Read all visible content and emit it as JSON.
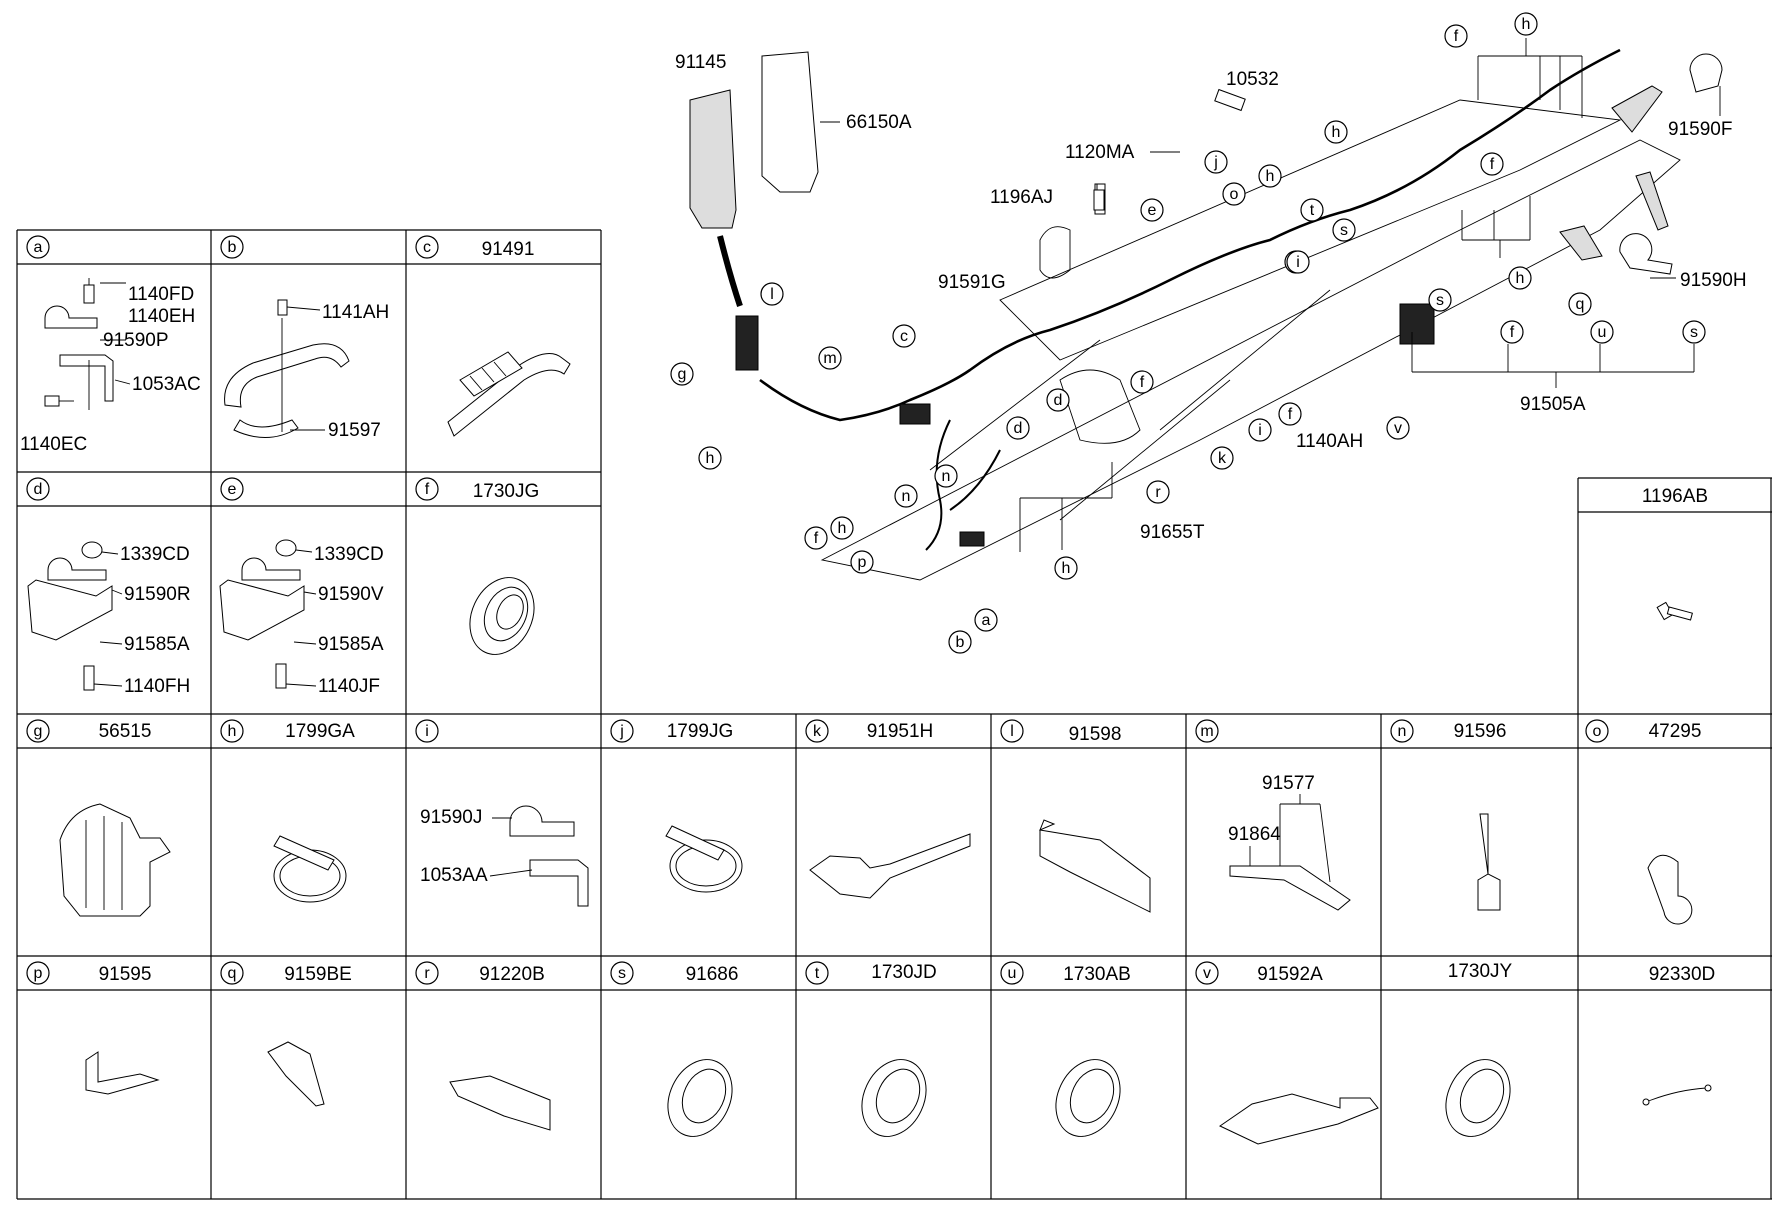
{
  "top_left_cells": [
    {
      "letter": "a",
      "part": "",
      "labels": [
        "1140FD",
        "1140EH",
        "91590P",
        "1053AC",
        "1140EC"
      ]
    },
    {
      "letter": "b",
      "part": "",
      "labels": [
        "1141AH",
        "91597"
      ]
    },
    {
      "letter": "c",
      "part": "91491",
      "labels": []
    },
    {
      "letter": "d",
      "part": "",
      "labels": [
        "1339CD",
        "91590R",
        "91585A",
        "1140FH"
      ]
    },
    {
      "letter": "e",
      "part": "",
      "labels": [
        "1339CD",
        "91590V",
        "91585A",
        "1140JF"
      ]
    },
    {
      "letter": "f",
      "part": "1730JG",
      "labels": []
    }
  ],
  "right_cell": {
    "letter": "",
    "part": "1196AB"
  },
  "row_g": [
    {
      "letter": "g",
      "part": "56515"
    },
    {
      "letter": "h",
      "part": "1799GA"
    },
    {
      "letter": "i",
      "part": "",
      "labels": [
        "91590J",
        "1053AA"
      ]
    },
    {
      "letter": "j",
      "part": "1799JG"
    },
    {
      "letter": "k",
      "part": "91951H"
    },
    {
      "letter": "l",
      "part": "91598"
    },
    {
      "letter": "m",
      "part": "",
      "labels": [
        "91577",
        "91864"
      ]
    },
    {
      "letter": "n",
      "part": "91596"
    },
    {
      "letter": "o",
      "part": "47295"
    }
  ],
  "row_p": [
    {
      "letter": "p",
      "part": "91595"
    },
    {
      "letter": "q",
      "part": "9159BE"
    },
    {
      "letter": "r",
      "part": "91220B"
    },
    {
      "letter": "s",
      "part": "91686"
    },
    {
      "letter": "t",
      "part": "1730JD"
    },
    {
      "letter": "u",
      "part": "1730AB"
    },
    {
      "letter": "v",
      "part": "91592A"
    },
    {
      "letter": "",
      "part": "1730JY"
    },
    {
      "letter": "",
      "part": "92330D"
    }
  ],
  "main": {
    "part_labels": {
      "p91145": "91145",
      "p66150A": "66150A",
      "p10532": "10532",
      "p1120MA": "1120MA",
      "p1196AJ": "1196AJ",
      "p91591G": "91591G",
      "p91590F": "91590F",
      "p91590H": "91590H",
      "p91505A": "91505A",
      "p1140AH": "1140AH",
      "p91655T": "91655T"
    },
    "callouts": [
      {
        "id": "c1",
        "letter": "f"
      },
      {
        "id": "c2",
        "letter": "h"
      },
      {
        "id": "c3",
        "letter": "h"
      },
      {
        "id": "c4",
        "letter": "j"
      },
      {
        "id": "c5",
        "letter": "h"
      },
      {
        "id": "c6",
        "letter": "o"
      },
      {
        "id": "c7",
        "letter": "e"
      },
      {
        "id": "c8",
        "letter": "t"
      },
      {
        "id": "c9",
        "letter": "f"
      },
      {
        "id": "c10",
        "letter": "f"
      },
      {
        "id": "c11",
        "letter": "s"
      },
      {
        "id": "c12",
        "letter": "i"
      },
      {
        "id": "c13",
        "letter": "s"
      },
      {
        "id": "c14",
        "letter": "h"
      },
      {
        "id": "c15",
        "letter": "q"
      },
      {
        "id": "c16",
        "letter": "f"
      },
      {
        "id": "c17",
        "letter": "u"
      },
      {
        "id": "c18",
        "letter": "s"
      },
      {
        "id": "c19",
        "letter": "c"
      },
      {
        "id": "c20",
        "letter": "l"
      },
      {
        "id": "c21",
        "letter": "g"
      },
      {
        "id": "c22",
        "letter": "m"
      },
      {
        "id": "c23",
        "letter": "h"
      },
      {
        "id": "c24",
        "letter": "d"
      },
      {
        "id": "c25",
        "letter": "d"
      },
      {
        "id": "c26",
        "letter": "f"
      },
      {
        "id": "c27",
        "letter": "i"
      },
      {
        "id": "c28",
        "letter": "f"
      },
      {
        "id": "c29",
        "letter": "k"
      },
      {
        "id": "c30",
        "letter": "v"
      },
      {
        "id": "c31",
        "letter": "n"
      },
      {
        "id": "c32",
        "letter": "n"
      },
      {
        "id": "c33",
        "letter": "r"
      },
      {
        "id": "c34",
        "letter": "f"
      },
      {
        "id": "c35",
        "letter": "h"
      },
      {
        "id": "c36",
        "letter": "p"
      },
      {
        "id": "c37",
        "letter": "h"
      },
      {
        "id": "c38",
        "letter": "a"
      },
      {
        "id": "c39",
        "letter": "b"
      }
    ]
  }
}
